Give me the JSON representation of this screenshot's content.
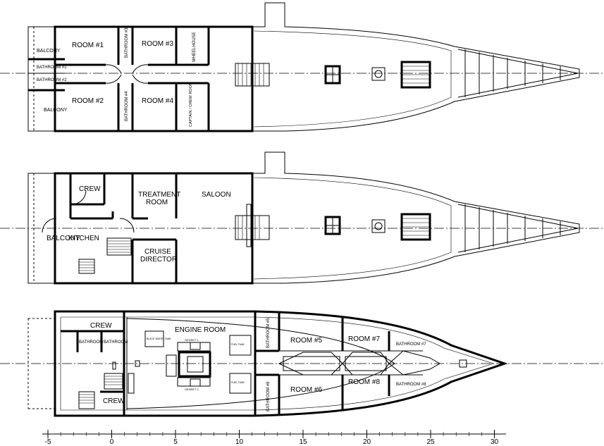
{
  "decks": {
    "upper": {
      "rooms": [
        {
          "key": "balcony_top",
          "label": "BALCONY"
        },
        {
          "key": "bath1",
          "label": "BATHROOM #1"
        },
        {
          "key": "bath2",
          "label": "BATHROOM #2"
        },
        {
          "key": "balcony_bottom",
          "label": "BALCONY"
        },
        {
          "key": "room1",
          "label": "ROOM #1"
        },
        {
          "key": "room2",
          "label": "ROOM #2"
        },
        {
          "key": "bath3",
          "label": "BATHROOM #3"
        },
        {
          "key": "bath4",
          "label": "BATHROOM #4"
        },
        {
          "key": "room3",
          "label": "ROOM #3"
        },
        {
          "key": "room4",
          "label": "ROOM #4"
        },
        {
          "key": "wheelhouse",
          "label": "WHEELHOUSE"
        },
        {
          "key": "captain",
          "label": "CAPTAIN / CREW ROOM"
        }
      ]
    },
    "main": {
      "rooms": [
        {
          "key": "crew",
          "label": "CREW"
        },
        {
          "key": "treatment1",
          "label": "TREATMENT"
        },
        {
          "key": "treatment2",
          "label": "ROOM"
        },
        {
          "key": "saloon",
          "label": "SALOON"
        },
        {
          "key": "balcony",
          "label": "BALCONY"
        },
        {
          "key": "kitchen",
          "label": "KITCHEN"
        },
        {
          "key": "cruise1",
          "label": "CRUISE"
        },
        {
          "key": "cruise2",
          "label": "DIRECTOR"
        }
      ]
    },
    "lower": {
      "rooms": [
        {
          "key": "crew_top",
          "label": "CREW"
        },
        {
          "key": "bath_a",
          "label": "BATHROOM"
        },
        {
          "key": "bath_b",
          "label": "BATHROOM"
        },
        {
          "key": "crew_bottom",
          "label": "CREW"
        },
        {
          "key": "engine",
          "label": "ENGINE ROOM"
        },
        {
          "key": "room5",
          "label": "ROOM #5"
        },
        {
          "key": "room6",
          "label": "ROOM #6"
        },
        {
          "key": "room7",
          "label": "ROOM #7"
        },
        {
          "key": "room8",
          "label": "ROOM #8"
        },
        {
          "key": "bath5",
          "label": "BATHROOM #5"
        },
        {
          "key": "bath6",
          "label": "BATHROOM #6"
        },
        {
          "key": "bath7",
          "label": "BATHROOM #7"
        },
        {
          "key": "bath8",
          "label": "BATHROOM #8"
        }
      ],
      "equipment": [
        {
          "key": "genset1",
          "label": "GENSET 1"
        },
        {
          "key": "genset2",
          "label": "GENSET 2"
        },
        {
          "key": "black_water",
          "label": "BLACK WATER TANK"
        },
        {
          "key": "fuel1",
          "label": "FUEL TANK"
        },
        {
          "key": "fuel2",
          "label": "FUEL TANK"
        }
      ]
    }
  },
  "scale": {
    "ticks": [
      "-5",
      "0",
      "5",
      "10",
      "15",
      "20",
      "25",
      "30"
    ]
  }
}
